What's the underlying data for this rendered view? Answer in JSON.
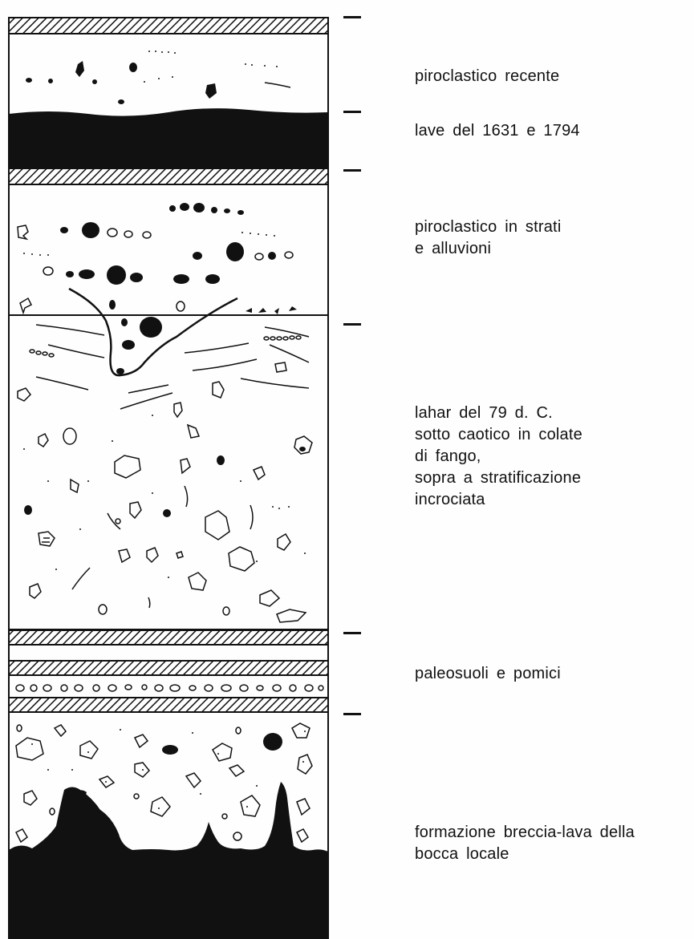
{
  "layers": [
    {
      "id": "piroclastico-recente",
      "label": "piroclastico recente"
    },
    {
      "id": "lave",
      "label": "lave del 1631 e 1794"
    },
    {
      "id": "piroclastico-strati",
      "label": "piroclastico in strati\ne alluvioni"
    },
    {
      "id": "lahar",
      "label": "lahar del 79 d. C.\nsotto caotico in colate\ndi fango,\nsopra a stratificazione\nincrociata"
    },
    {
      "id": "paleosuoli",
      "label": "paleosuoli e pomici"
    },
    {
      "id": "breccia",
      "label": "formazione breccia-lava della\nbocca locale"
    }
  ],
  "colors": {
    "ink": "#111111",
    "paper": "#fefefe"
  }
}
